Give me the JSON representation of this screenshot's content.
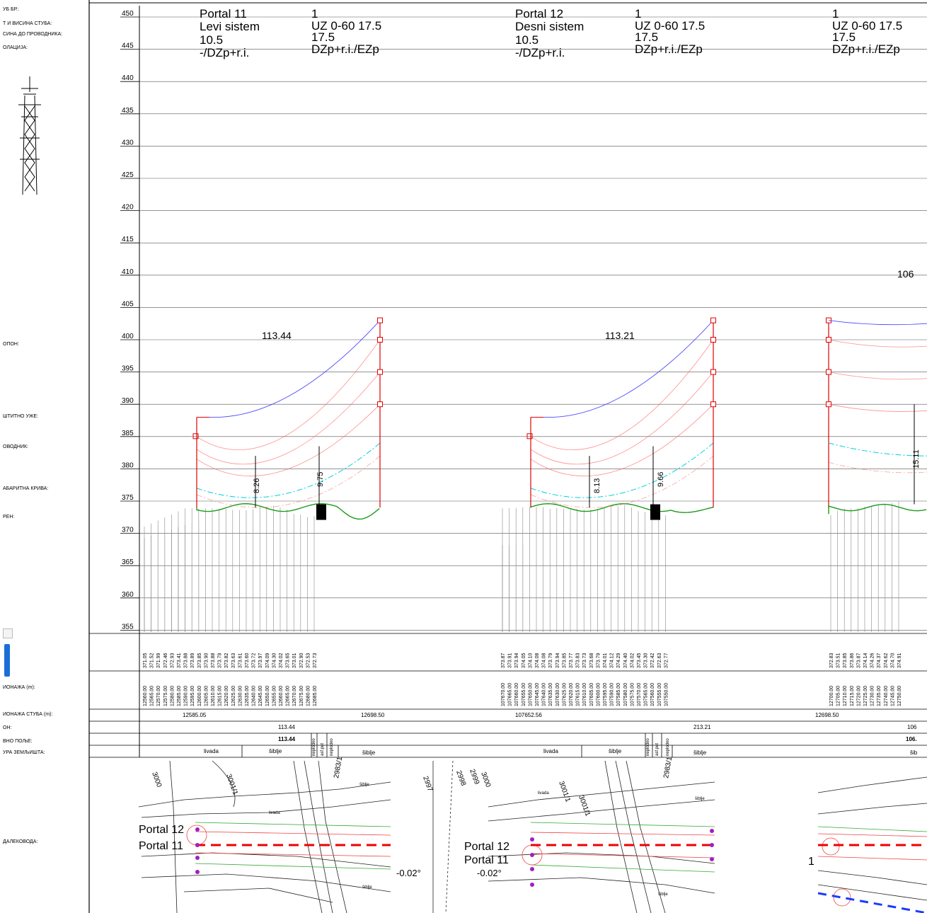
{
  "left_panel": {
    "labels": [
      "УБ БР.:",
      "Т И ВИСИНА СТУБА:",
      "СИНА ДО ПРОВОДНИКА:",
      "ОЛАЦИЈА:",
      "ОПОН:",
      "ШТИТНО УЖЕ:",
      "ОВОДНИК:",
      "АБАРИТНА КРИВА:",
      "РЕН:",
      "ИОНАЖА (m):",
      "ИОНАЖА СТУБА (m):",
      "ОН:",
      "ВНО ПОЉЕ:",
      "УРА ЗЕМЉИШТА:",
      "ДАЛЕКОВОДА:"
    ]
  },
  "y_axis": {
    "ticks": [
      "450",
      "445",
      "440",
      "435",
      "430",
      "425",
      "420",
      "415",
      "410",
      "405",
      "400",
      "395",
      "390",
      "385",
      "380",
      "375",
      "370",
      "365",
      "360",
      "355"
    ]
  },
  "headers": [
    {
      "name": "Portal 11",
      "system": "Levi sistem",
      "height": "10.5",
      "iso": "-/DZp+r.i.",
      "num": "1",
      "conductor": "UZ 0-60 17.5",
      "h2": "17.5",
      "iso2": "DZp+r.i./EZp"
    },
    {
      "name": "Portal 12",
      "system": "Desni sistem",
      "height": "10.5",
      "iso": "-/DZp+r.i.",
      "num": "1",
      "conductor": "UZ 0-60 17.5",
      "h2": "17.5",
      "iso2": "DZp+r.i./EZp"
    },
    {
      "num": "1",
      "conductor": "UZ 0-60 17.5",
      "h2": "17.5",
      "iso2": "DZp+r.i./EZp"
    }
  ],
  "spans": [
    {
      "span_label": "113.44",
      "clearance_a": "8.26",
      "clearance_b": "9.75"
    },
    {
      "span_label": "113.21",
      "clearance_a": "8.13",
      "clearance_b": "9.66"
    },
    {
      "span_label": "106",
      "clearance_a": "15.11"
    }
  ],
  "profile_rows": {
    "g1_elev": [
      "371.05",
      "371.52",
      "371.99",
      "372.46",
      "372.93",
      "373.41",
      "373.88",
      "373.89",
      "373.85",
      "373.90",
      "373.88",
      "373.79",
      "373.82",
      "373.63",
      "373.61",
      "373.60",
      "373.72",
      "373.97",
      "374.09",
      "374.30",
      "374.02",
      "373.65",
      "373.01",
      "372.90",
      "372.53",
      "372.73"
    ],
    "g1_chain": [
      "12560.00",
      "12565.00",
      "12570.00",
      "12575.00",
      "12580.00",
      "12585.00",
      "12590.00",
      "12595.00",
      "12600.00",
      "12605.00",
      "12610.00",
      "12615.00",
      "12620.00",
      "12625.00",
      "12630.00",
      "12635.00",
      "12640.00",
      "12645.00",
      "12650.00",
      "12655.00",
      "12660.00",
      "12665.00",
      "12670.00",
      "12675.00",
      "12680.00",
      "12685.00"
    ],
    "g2_elev": [
      "373.87",
      "373.91",
      "373.94",
      "374.05",
      "374.10",
      "374.08",
      "374.08",
      "373.79",
      "373.94",
      "373.85",
      "373.77",
      "373.83",
      "373.73",
      "373.68",
      "373.79",
      "374.01",
      "374.12",
      "374.29",
      "374.40",
      "374.02",
      "373.45",
      "373.30",
      "372.42",
      "372.63",
      "372.77"
    ],
    "g2_chain": [
      "107670.00",
      "107665.00",
      "107660.00",
      "107655.00",
      "107650.00",
      "107645.00",
      "107640.00",
      "107635.00",
      "107630.00",
      "107625.00",
      "107620.00",
      "107615.00",
      "107610.00",
      "107605.00",
      "107600.00",
      "107595.00",
      "107590.00",
      "107585.00",
      "107580.00",
      "107575.00",
      "107570.00",
      "107565.00",
      "107560.00",
      "107555.00",
      "107550.00"
    ],
    "g3_elev": [
      "372.83",
      "373.51",
      "373.85",
      "373.86",
      "373.87",
      "374.14",
      "374.26",
      "374.37",
      "374.62",
      "374.70",
      "374.91"
    ],
    "g3_chain": [
      "12700.00",
      "12705.00",
      "12710.00",
      "12715.00",
      "12720.00",
      "12725.00",
      "12730.00",
      "12735.00",
      "12740.00",
      "12745.00",
      "12750.00"
    ]
  },
  "table": {
    "tower_stations": [
      "12585.05",
      "12698.50",
      "107652.56",
      "12698.50"
    ],
    "span_values": [
      "113.44",
      "213.21",
      "106"
    ],
    "ruling_values": [
      "113.44",
      "106."
    ],
    "land_use": [
      "livada",
      "šiblje",
      "neplodno",
      "asf.put",
      "neplodno",
      "šiblje",
      "livada",
      "šiblje",
      "neplodno",
      "asf.put",
      "neplodno",
      "šiblje",
      "šib"
    ]
  },
  "plan": {
    "labels": [
      "Portal 12",
      "Portal 11",
      "-0.02°",
      "Portal 12",
      "Portal 11",
      "-0.02°",
      "1"
    ],
    "parcels": [
      "3000",
      "3001/1",
      "2983/1",
      "2998",
      "2997",
      "2999",
      "3000",
      "3001/1",
      "3001/1",
      "2983/1",
      "šiblje",
      "šiblje",
      "livada",
      "livada",
      "šiblje",
      "šiblje"
    ]
  },
  "colors": {
    "earth_wire": "#4a4aff",
    "conductor": "#ff6060",
    "tower": "#e00000",
    "clearance_curve": "#00d0e0",
    "terrain": "#1a9a1a"
  }
}
